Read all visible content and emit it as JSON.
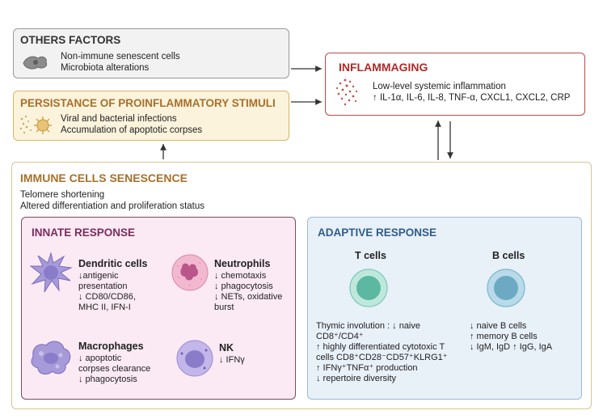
{
  "others": {
    "title": "OTHERS FACTORS",
    "lines": [
      "Non-immune senescent cells",
      "Microbiota alterations"
    ]
  },
  "persistance": {
    "title": "PERSISTANCE OF PROINFLAMMATORY STIMULI",
    "lines": [
      "Viral and bacterial infections",
      "Accumulation of apoptotic corpses"
    ]
  },
  "inflammaging": {
    "title": "INFLAMMAGING",
    "lines": [
      "Low-level systemic inflammation",
      "↑ IL-1α, IL-6, IL-8, TNF-α, CXCL1, CXCL2, CRP"
    ]
  },
  "senescence": {
    "title": "IMMUNE CELLS SENESCENCE",
    "lines": [
      "Telomere shortening",
      "Altered differentiation and proliferation status"
    ]
  },
  "innate": {
    "title": "INNATE RESPONSE",
    "dendritic": {
      "name": "Dendritic cells",
      "lines": [
        "↓antigenic",
        "presentation",
        "↓ CD80/CD86,",
        "MHC II, IFN-I"
      ]
    },
    "neutrophils": {
      "name": "Neutrophils",
      "lines": [
        "↓ chemotaxis",
        "↓ phagocytosis",
        "↓ NETs, oxidative",
        "burst"
      ]
    },
    "macrophages": {
      "name": "Macrophages",
      "lines": [
        "↓ apoptotic",
        "corpses clearance",
        "↓ phagocytosis"
      ]
    },
    "nk": {
      "name": "NK",
      "lines": [
        "↓ IFNγ"
      ]
    }
  },
  "adaptive": {
    "title": "ADAPTIVE RESPONSE",
    "tcells": {
      "name": "T cells",
      "lines": [
        "Thymic involution : ↓ naive",
        "CD8⁺/CD4⁺",
        "↑ highly differentiated cytotoxic T",
        "cells CD8⁺CD28⁻CD57⁺KLRG1⁺",
        "↑ IFNγ⁺TNFα⁺ production",
        "↓ repertoire diversity"
      ]
    },
    "bcells": {
      "name": "B cells",
      "lines": [
        "↓ naive B cells",
        "↑ memory B cells",
        "↓ IgM, IgD ↑ IgG, IgA"
      ]
    }
  },
  "colors": {
    "others_border": "#9a9a9a",
    "others_fill": "#f2f2f2",
    "persist_border": "#d6b766",
    "persist_fill": "#fbf3dc",
    "persist_title": "#a8702a",
    "inflam_border": "#b94a4a",
    "inflam_title": "#b02a2a",
    "senes_border": "#d8c591",
    "senes_title": "#a8702a",
    "innate_border": "#7a4a66",
    "innate_fill": "#fbeaf3",
    "innate_title": "#7a2d5c",
    "adaptive_border": "#9cbad6",
    "adaptive_fill": "#e8f0f8",
    "adaptive_title": "#2f5d8a"
  },
  "icons": [
    "senescent-cell-icon",
    "pathogen-icon",
    "inflammation-dots-icon",
    "dendritic-cell-icon",
    "neutrophil-icon",
    "macrophage-icon",
    "nk-cell-icon",
    "t-cell-icon",
    "b-cell-icon"
  ]
}
